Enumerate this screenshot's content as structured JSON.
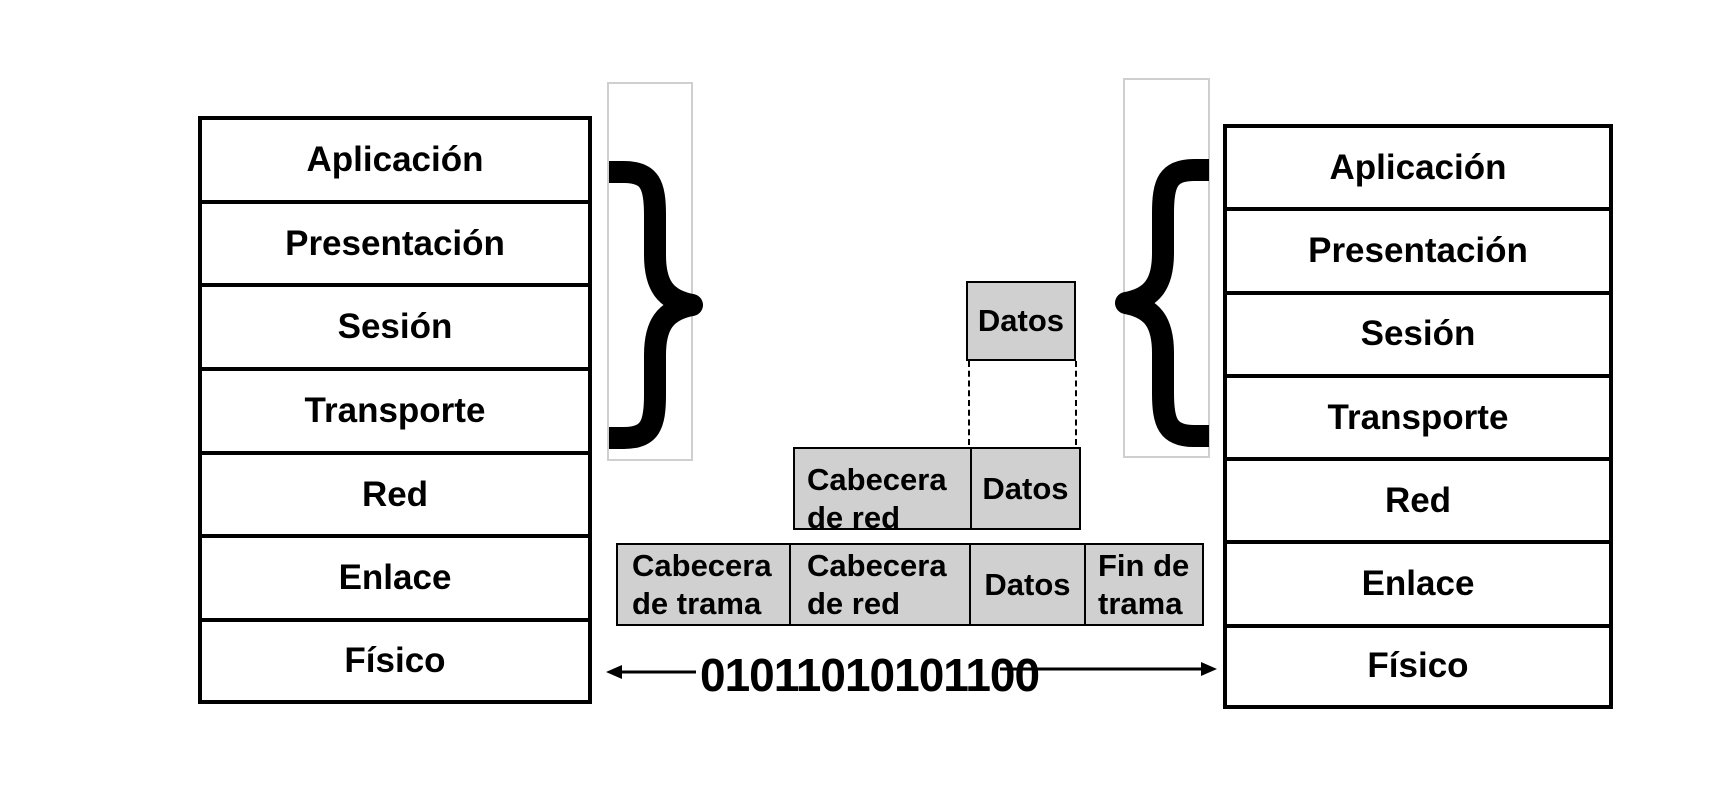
{
  "left_stack": {
    "layers": [
      "Aplicación",
      "Presentación",
      "Sesión",
      "Transporte",
      "Red",
      "Enlace",
      "Físico"
    ]
  },
  "right_stack": {
    "layers": [
      "Aplicación",
      "Presentación",
      "Sesión",
      "Transporte",
      "Red",
      "Enlace",
      "Físico"
    ]
  },
  "encapsulation": {
    "data_unit": {
      "label": "Datos"
    },
    "packet": {
      "header": "Cabecera de red",
      "payload": "Datos"
    },
    "frame": {
      "header": "Cabecera de trama",
      "network_header": "Cabecera de red",
      "payload": "Datos",
      "trailer": "Fin de trama"
    }
  },
  "bitstream": "01011010101100",
  "colors": {
    "pdu_fill": "#d0d0d0",
    "stroke": "#000000",
    "brace_box_border": "#cfcfcf"
  }
}
